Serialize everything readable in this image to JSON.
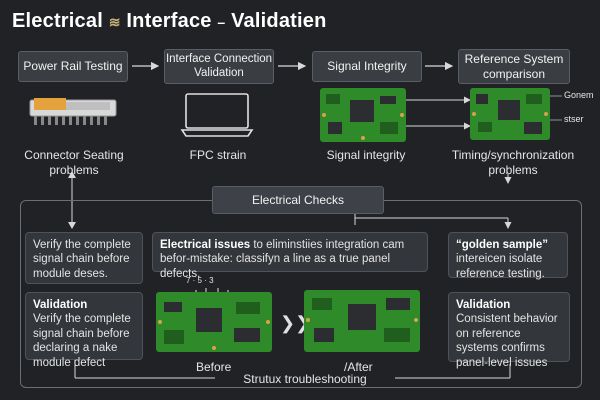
{
  "title": {
    "part1": "Electrical",
    "part2": "Interface",
    "part3": "Validatien",
    "sep1": "≋",
    "sep2": "–"
  },
  "steps": [
    {
      "label": "Power Rail Testing"
    },
    {
      "label": "Interface Connection Validation"
    },
    {
      "label": "Signal Integrity"
    },
    {
      "label": "Reference System comparison"
    }
  ],
  "captions": {
    "connector": "Connector Seating problems",
    "fpc": "FPC strain",
    "signal": "Signal integrity",
    "timing": "Timing/synchronization problems"
  },
  "ref_tags": {
    "top": "Gonem",
    "bottom": "stser"
  },
  "checks": {
    "header": "Electrical Checks",
    "left_note": "Verify the complete signal chain before module deses.",
    "center_bold": "Electrical issues",
    "center_text": " to eliminstiies integration cam befor-mistake: classifyn a line as a true panel defects.",
    "right_bold": "“golden sample”",
    "right_text": "intereicen isolate reference testing.",
    "validation_left_title": "Validation",
    "validation_left_text": "Verify the complete signal chain before declaring a nake module defect",
    "validation_right_title": "Validation",
    "validation_right_text": "Consistent behavior on reference systems confirms panel-level issues",
    "probe_labels": "7 · 5 · 3",
    "before": "Before",
    "after": "/After",
    "footer": "Strutux troubleshooting",
    "compare_glyph": "❯❯"
  },
  "colors": {
    "background": "#202226",
    "box": "#3a3d42",
    "pcb_green": "#2f8a2a",
    "pcb_dark": "#1f5e1c",
    "chip": "#2b2d30",
    "gold": "#d4a24a"
  }
}
